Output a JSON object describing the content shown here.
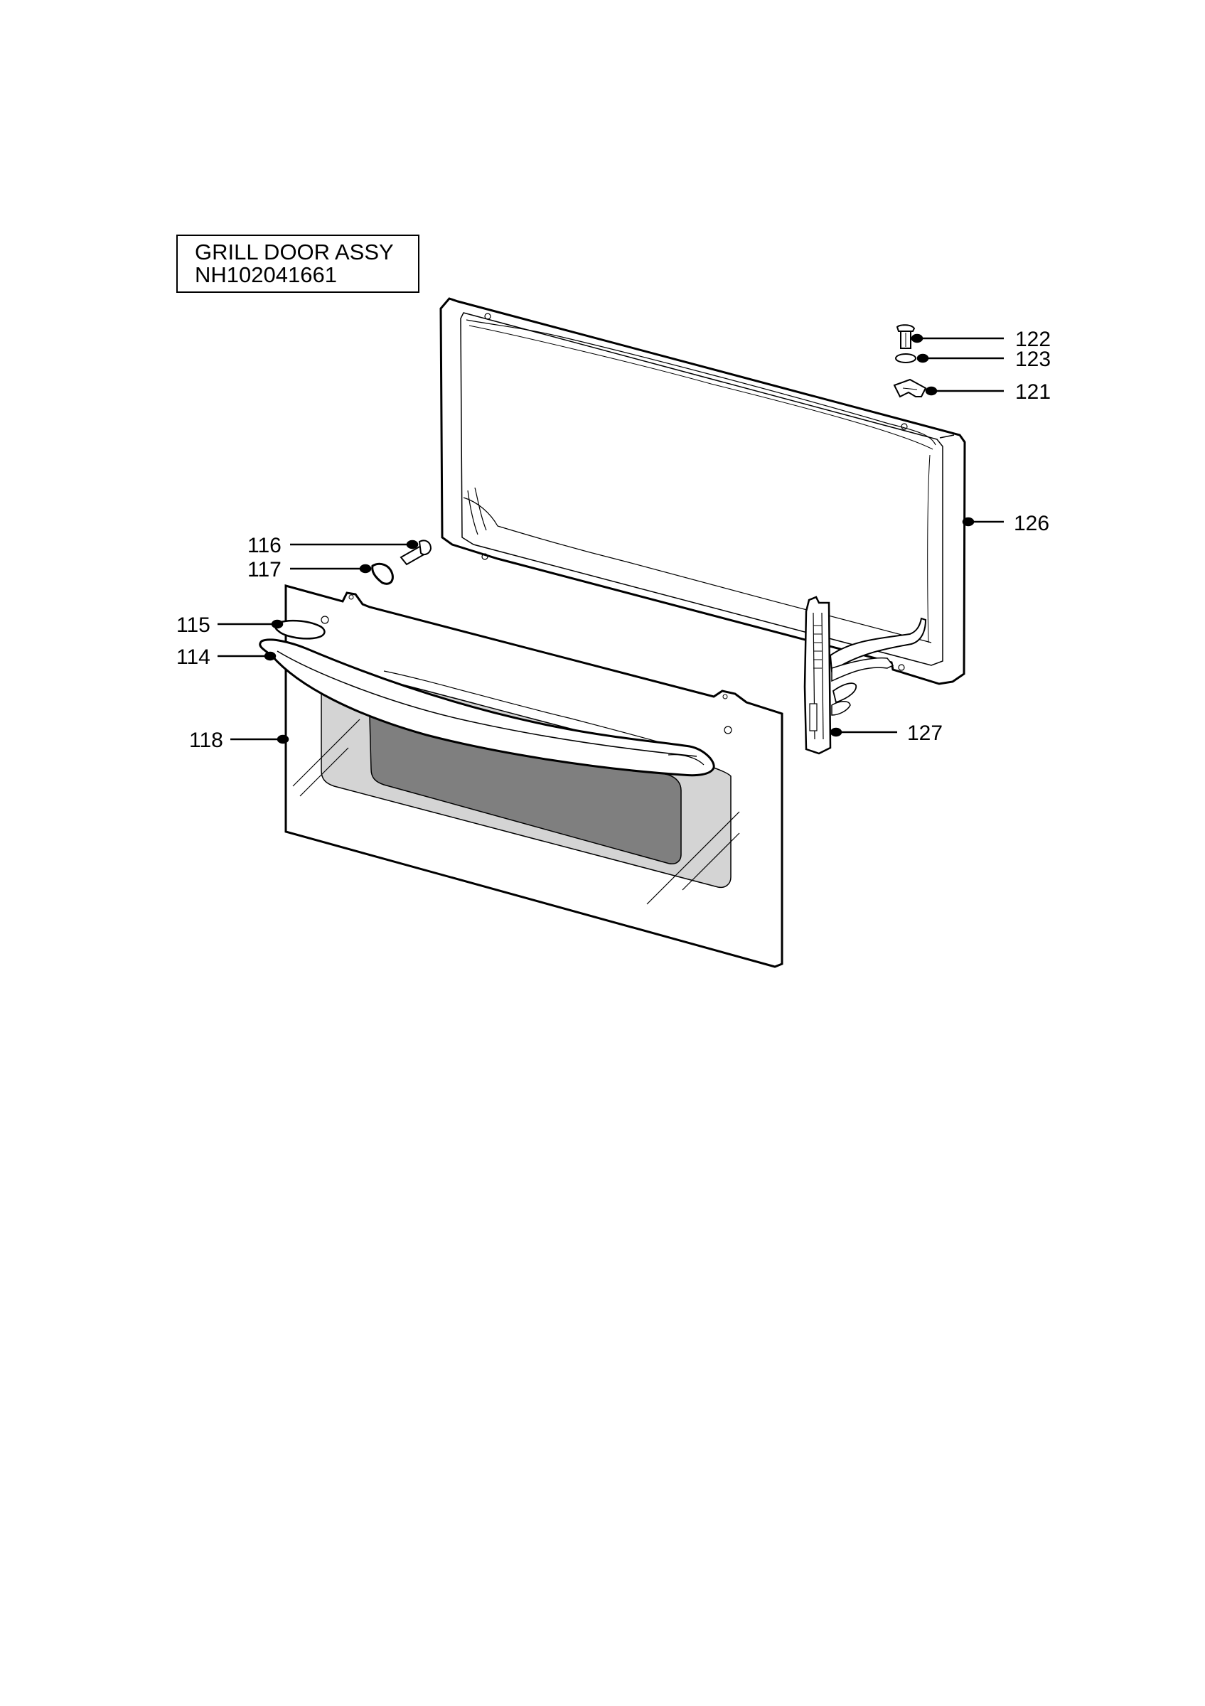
{
  "title": {
    "name": "GRILL DOOR ASSY",
    "code": "NH102041661"
  },
  "callouts": {
    "c122": "122",
    "c123": "123",
    "c121": "121",
    "c126": "126",
    "c116": "116",
    "c117": "117",
    "c115": "115",
    "c114": "114",
    "c118": "118",
    "c127": "127"
  },
  "colors": {
    "line": "#000000",
    "glass_light": "#d4d4d4",
    "glass_dark": "#7f7f7f",
    "background": "#ffffff"
  }
}
